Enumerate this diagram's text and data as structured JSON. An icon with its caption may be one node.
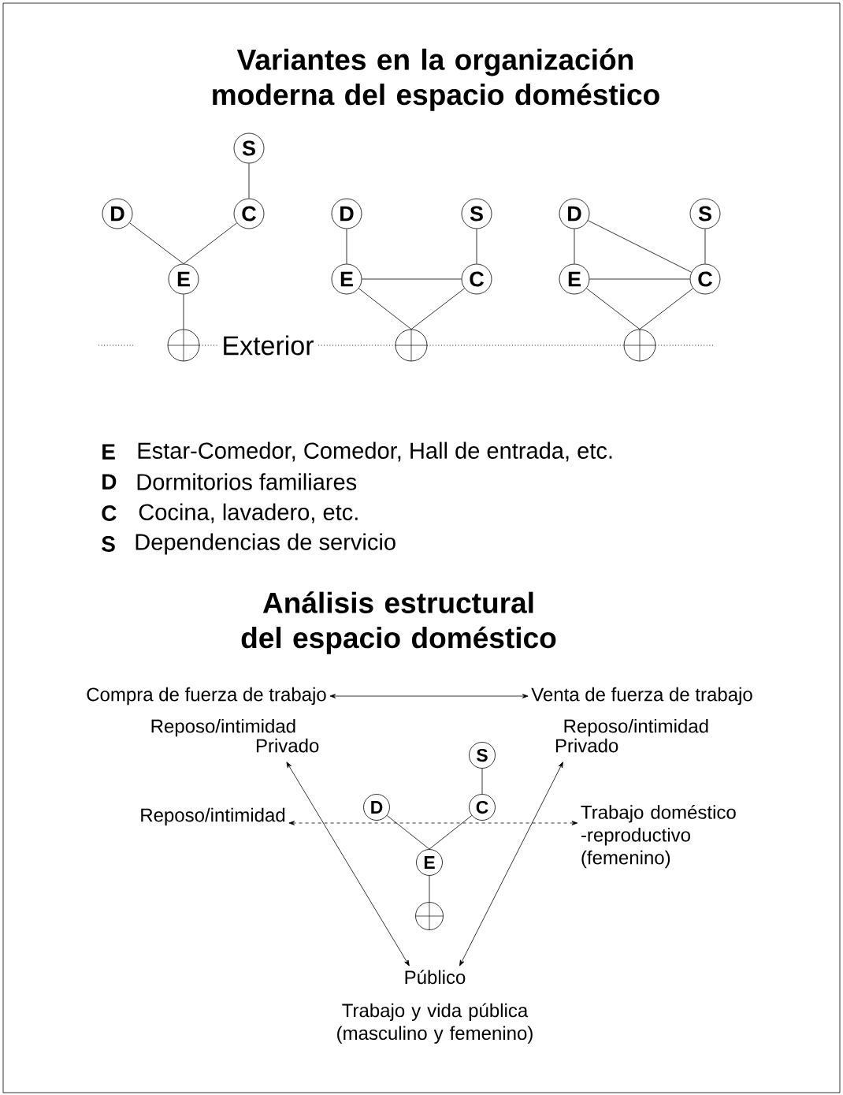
{
  "diagram": {
    "title": "Variantes en la organización moderna del espacio doméstico",
    "nodes": [
      {
        "text": [
          "S"
        ]
      },
      {
        "text": [
          "D"
        ]
      },
      {
        "text": [
          "C"
        ]
      },
      {
        "text": [
          "E"
        ]
      },
      {
        "text": [],
        "shape": "circle"
      },
      {
        "text": [
          "D"
        ]
      },
      {
        "text": [
          "S"
        ]
      },
      {
        "text": [
          "E"
        ]
      },
      {
        "text": [
          "C"
        ]
      },
      {
        "text": [],
        "shape": "circle"
      },
      {
        "text": [
          "D"
        ]
      },
      {
        "text": [
          "S"
        ]
      },
      {
        "text": [
          "E"
        ]
      },
      {
        "text": [
          "C"
        ]
      },
      {
        "text": [],
        "shape": "circle"
      },
      {
        "text": [
          "Compra de fuerza de trabajo"
        ]
      },
      {
        "text": [
          "Venta de fuerza de trabajo"
        ]
      },
      {
        "text": [
          "Reposo/intimidad",
          "Privado"
        ]
      },
      {
        "text": [
          "Reposo/intimidad",
          "Privado"
        ]
      },
      {
        "text": [
          "Reposo/intimidad"
        ]
      },
      {
        "text": [
          "Trabajo doméstico -reproductivo (femenino)"
        ]
      },
      {
        "text": [
          "S"
        ]
      },
      {
        "text": [
          "D"
        ]
      },
      {
        "text": [
          "C"
        ]
      },
      {
        "text": [
          "E"
        ]
      },
      {
        "text": [],
        "shape": "circle"
      },
      {
        "text": [
          "Público",
          "Trabajo y vida pública (masculino y femenino)"
        ]
      }
    ],
    "edges": [
      {
        "from": 0,
        "to": 2,
        "arrow": "none"
      },
      {
        "from": 1,
        "to": 3,
        "arrow": "none"
      },
      {
        "from": 2,
        "to": 3,
        "arrow": "none"
      },
      {
        "from": 3,
        "to": 4,
        "arrow": "none"
      },
      {
        "from": 5,
        "to": 7,
        "arrow": "none"
      },
      {
        "from": 6,
        "to": 8,
        "arrow": "none"
      },
      {
        "from": 7,
        "to": 8,
        "arrow": "none"
      },
      {
        "from": 7,
        "to": 9,
        "arrow": "none"
      },
      {
        "from": 8,
        "to": 9,
        "arrow": "none"
      },
      {
        "from": 10,
        "to": 12,
        "arrow": "none"
      },
      {
        "from": 10,
        "to": 13,
        "arrow": "none"
      },
      {
        "from": 11,
        "to": 13,
        "arrow": "none"
      },
      {
        "from": 12,
        "to": 13,
        "arrow": "none"
      },
      {
        "from": 12,
        "to": 14,
        "arrow": "none"
      },
      {
        "from": 13,
        "to": 14,
        "arrow": "none"
      },
      {
        "from": 15,
        "to": 16,
        "arrow": "both"
      },
      {
        "from": 19,
        "to": 20,
        "arrow": "both",
        "style": "dashed"
      },
      {
        "from": 17,
        "to": 26,
        "arrow": "both"
      },
      {
        "from": 18,
        "to": 26,
        "arrow": "both"
      },
      {
        "from": 21,
        "to": 23,
        "arrow": "none"
      },
      {
        "from": 22,
        "to": 24,
        "arrow": "none"
      },
      {
        "from": 23,
        "to": 24,
        "arrow": "none"
      },
      {
        "from": 24,
        "to": 25,
        "arrow": "none"
      }
    ],
    "labels": [
      "Exterior",
      "E",
      "Estar-Comedor, Comedor, Hall de entrada, etc.",
      "D",
      "Dormitorios familiares",
      "C",
      "Cocina, lavadero, etc.",
      "S",
      "Dependencias de servicio",
      "Análisis estructural del espacio doméstico"
    ]
  }
}
